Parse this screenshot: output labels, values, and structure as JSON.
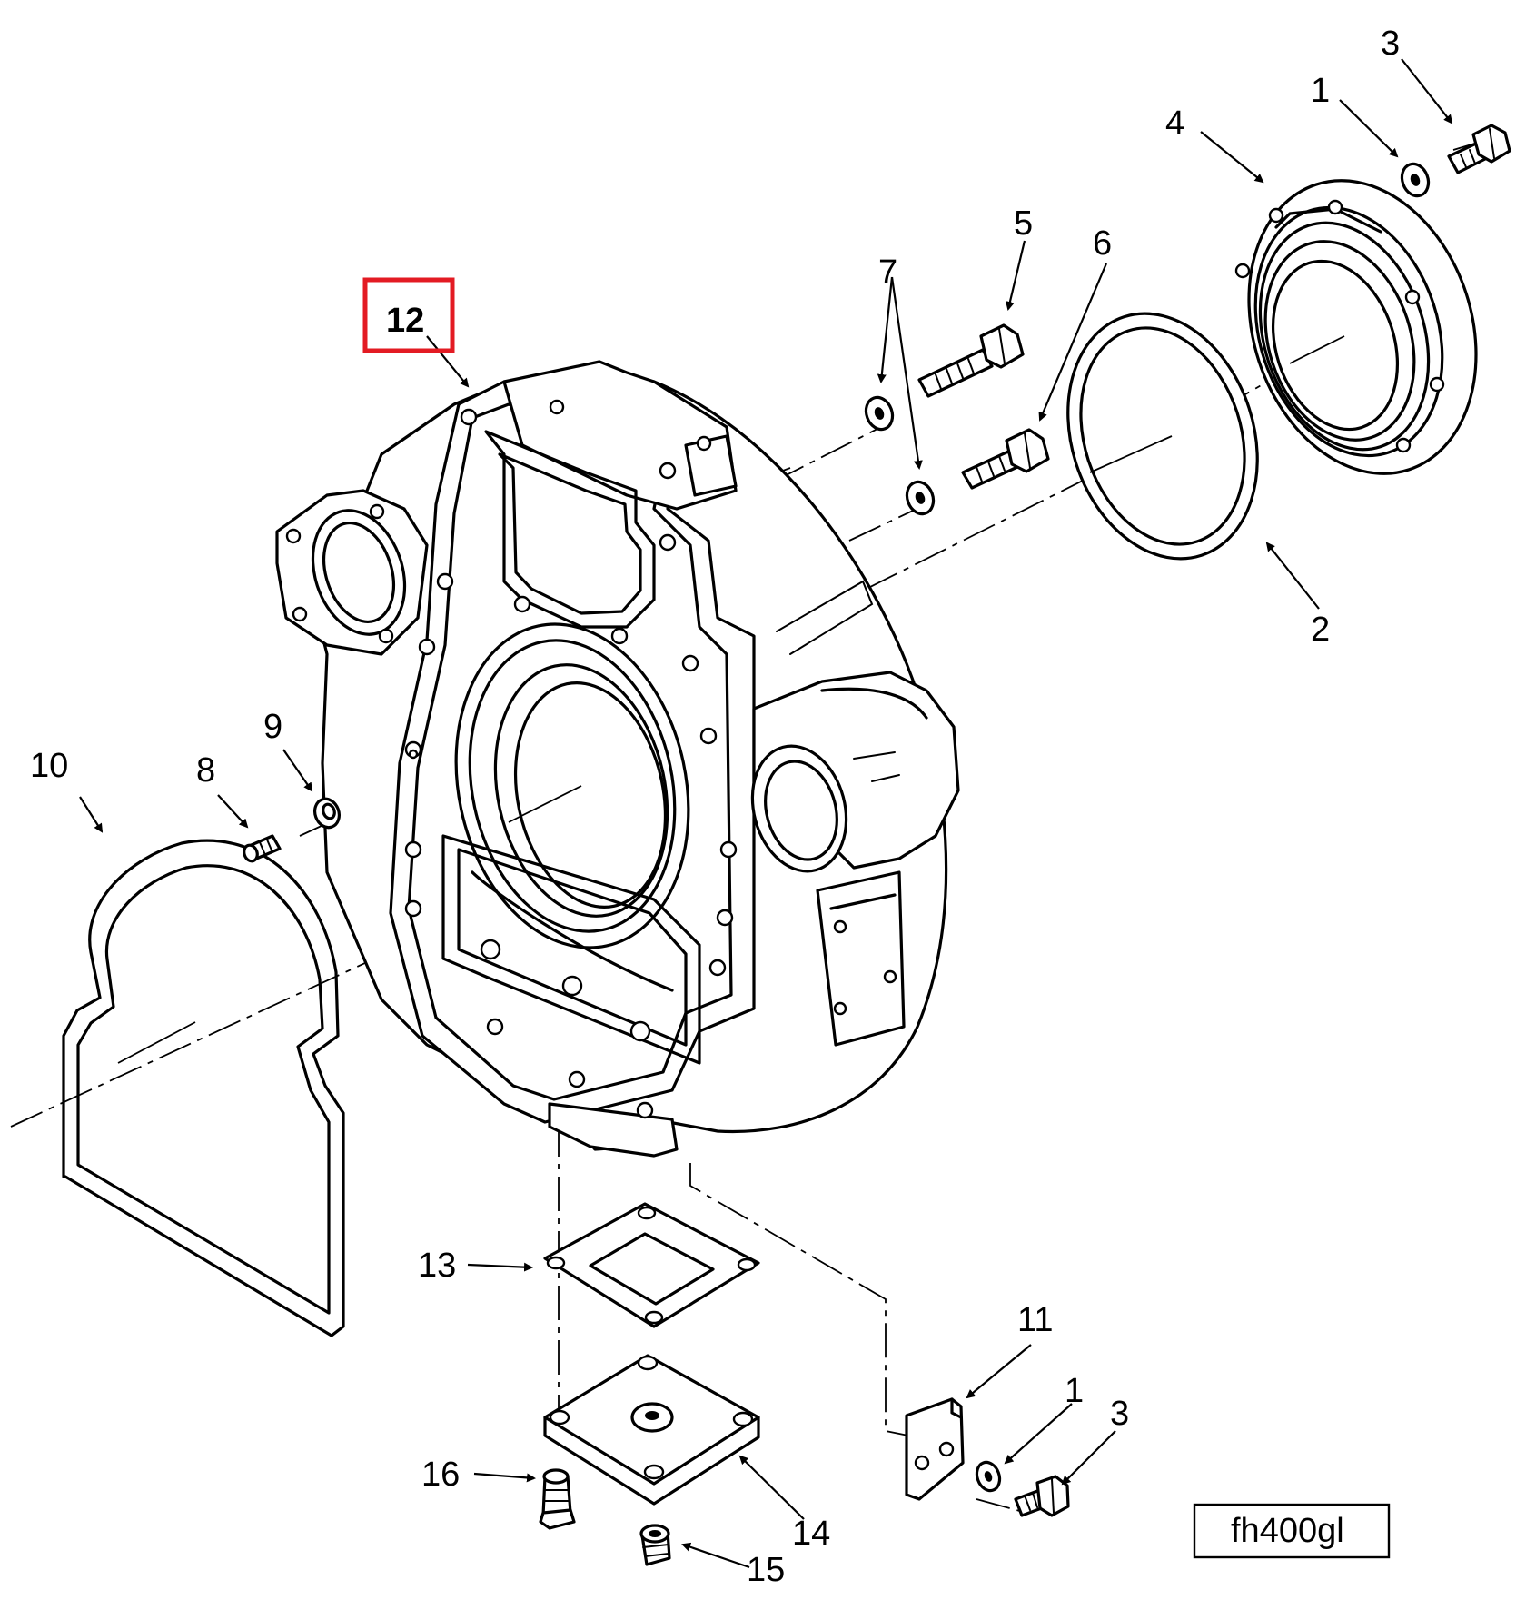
{
  "figure_tag": "fh400gl",
  "highlighted_callout": "12",
  "colors": {
    "highlight": "#e31b23",
    "line": "#000000"
  },
  "callouts": [
    {
      "id": "callout-3-top",
      "label": "3"
    },
    {
      "id": "callout-1-top",
      "label": "1"
    },
    {
      "id": "callout-4",
      "label": "4"
    },
    {
      "id": "callout-5",
      "label": "5"
    },
    {
      "id": "callout-6",
      "label": "6"
    },
    {
      "id": "callout-7",
      "label": "7"
    },
    {
      "id": "callout-12",
      "label": "12"
    },
    {
      "id": "callout-2",
      "label": "2"
    },
    {
      "id": "callout-9",
      "label": "9"
    },
    {
      "id": "callout-10",
      "label": "10"
    },
    {
      "id": "callout-8",
      "label": "8"
    },
    {
      "id": "callout-13",
      "label": "13"
    },
    {
      "id": "callout-11",
      "label": "11"
    },
    {
      "id": "callout-1-bottom",
      "label": "1"
    },
    {
      "id": "callout-3-bottom",
      "label": "3"
    },
    {
      "id": "callout-16",
      "label": "16"
    },
    {
      "id": "callout-14",
      "label": "14"
    },
    {
      "id": "callout-15",
      "label": "15"
    }
  ]
}
